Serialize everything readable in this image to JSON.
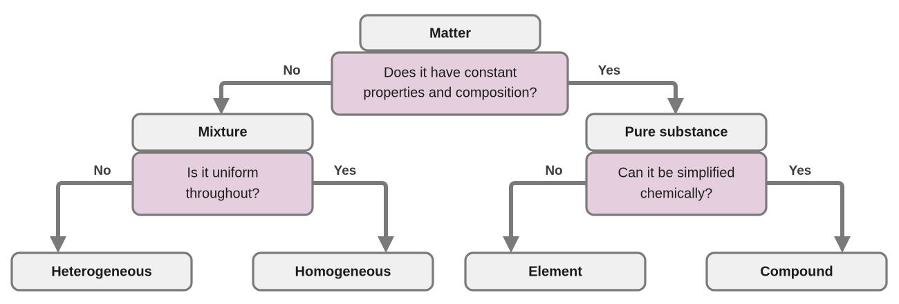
{
  "diagram": {
    "title": "Classification of Matter decision flowchart",
    "colors": {
      "background": "#ffffff",
      "node_gray_fill": "#f0f0f0",
      "node_pink_fill": "#e5cede",
      "node_border": "#7a7a7a",
      "connector": "#7a7a7a",
      "node_text": "#1c1c1c",
      "edge_label_text": "#3d3d3d"
    },
    "nodes": {
      "root": "Matter",
      "q1_line1": "Does it have constant",
      "q1_line2": "properties and composition?",
      "mixture": "Mixture",
      "q2_line1": "Is it uniform",
      "q2_line2": "throughout?",
      "pure_substance": "Pure substance",
      "q3_line1": "Can it be simplified",
      "q3_line2": "chemically?",
      "heterogeneous": "Heterogeneous",
      "homogeneous": "Homogeneous",
      "element": "Element",
      "compound": "Compound"
    },
    "edge_labels": {
      "q1_no": "No",
      "q1_yes": "Yes",
      "q2_no": "No",
      "q2_yes": "Yes",
      "q3_no": "No",
      "q3_yes": "Yes"
    }
  }
}
